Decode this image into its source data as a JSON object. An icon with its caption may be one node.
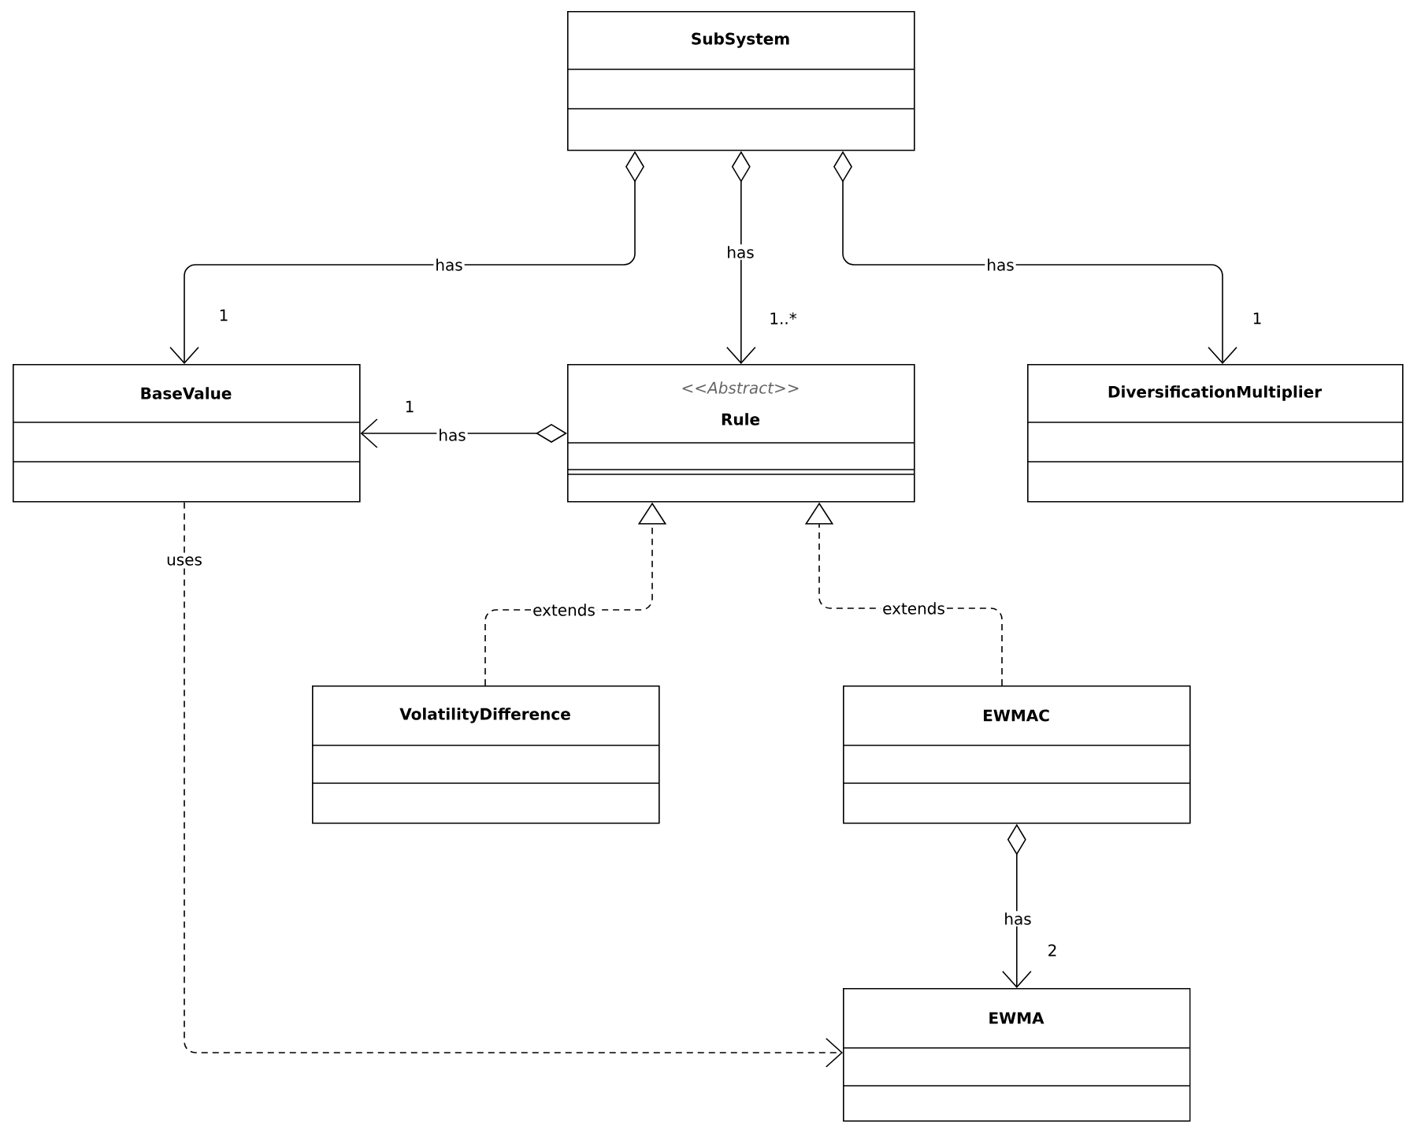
{
  "diagram": {
    "nodes": [
      {
        "text": [
          "SubSystem"
        ]
      },
      {
        "text": [
          "BaseValue"
        ]
      },
      {
        "text": [
          "<<Abstract>>",
          "Rule"
        ]
      },
      {
        "text": [
          "DiversificationMultiplier"
        ]
      },
      {
        "text": [
          "VolatilityDifference"
        ]
      },
      {
        "text": [
          "EWMAC"
        ]
      },
      {
        "text": [
          "EWMA"
        ]
      }
    ],
    "edges": [
      {
        "from": 0,
        "to": 1,
        "arrow": "to",
        "label": "has"
      },
      {
        "from": 0,
        "to": 2,
        "arrow": "to",
        "label": "has"
      },
      {
        "from": 0,
        "to": 3,
        "arrow": "to",
        "label": "has"
      },
      {
        "from": 2,
        "to": 1,
        "arrow": "to",
        "label": "has"
      },
      {
        "from": 4,
        "to": 2,
        "arrow": "to",
        "style": "dashed",
        "label": "extends"
      },
      {
        "from": 5,
        "to": 2,
        "arrow": "to",
        "style": "dashed",
        "label": "extends"
      },
      {
        "from": 5,
        "to": 6,
        "arrow": "to",
        "label": "has"
      },
      {
        "from": 1,
        "to": 6,
        "arrow": "to",
        "style": "dashed",
        "label": "uses"
      }
    ],
    "labels": [
      "1",
      "1..*",
      "1",
      "1",
      "2"
    ]
  }
}
